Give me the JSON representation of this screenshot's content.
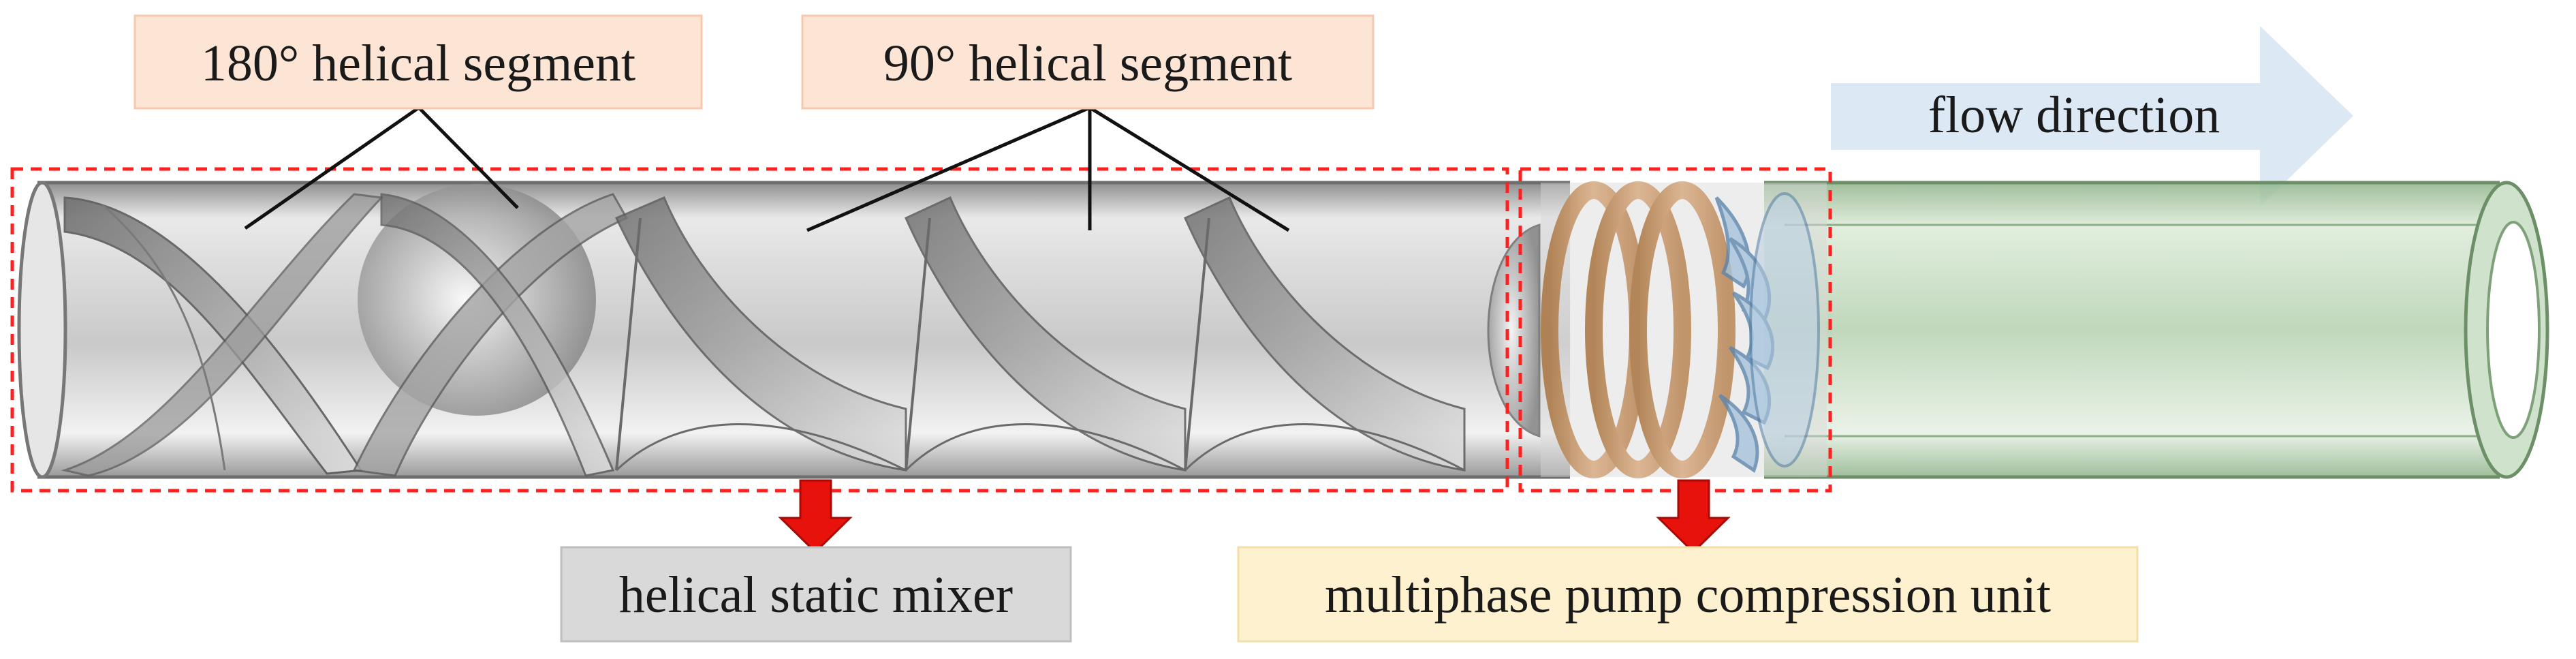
{
  "labels": {
    "seg180": "180° helical segment",
    "seg90": "90° helical segment",
    "flow": "flow direction",
    "mixer": "helical static mixer",
    "pump": "multiphase pump compression unit"
  },
  "colors": {
    "seg_label_bg": "#fde5d6",
    "flow_arrow": "#dce8f4",
    "mixer_label_bg": "#d9d9d9",
    "pump_label_bg": "#fdf1cf",
    "dashed_box": "#ff2020",
    "down_arrow": "#e8120c",
    "outlet_pipe": "#a9c9a4",
    "impeller_blue": "#7fa6c8",
    "inducer_orange": "#c8925f",
    "mixer_tube": "#bdbdbd"
  }
}
